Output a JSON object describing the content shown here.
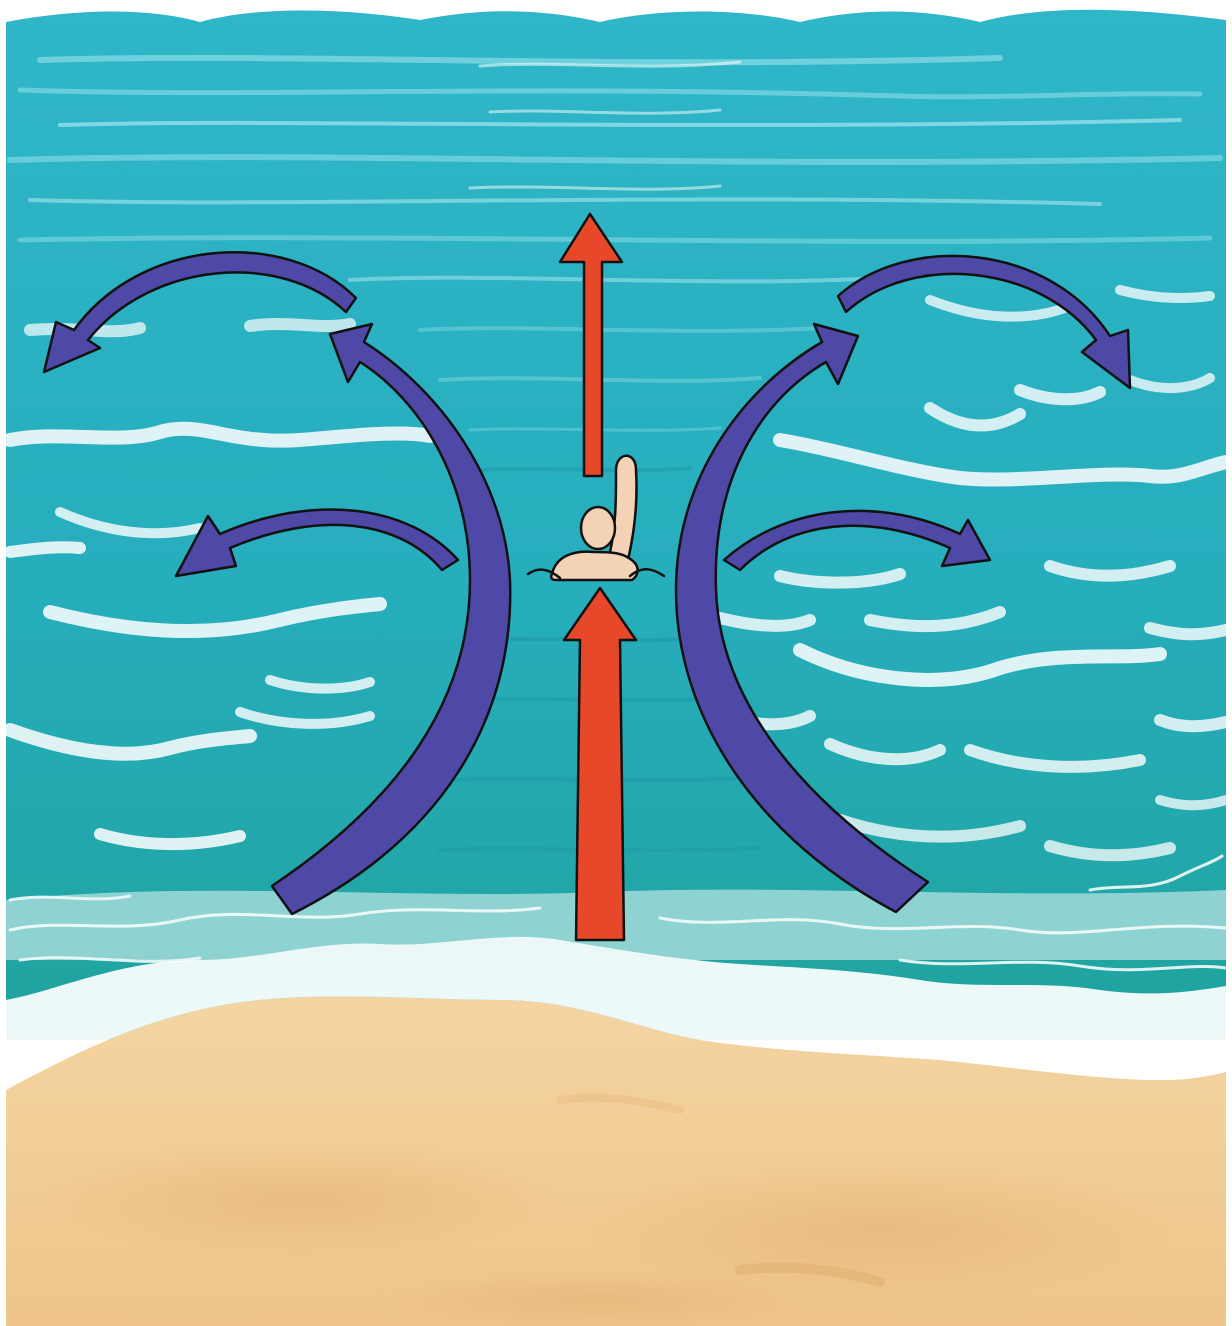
{
  "diagram": {
    "subject": "rip-current",
    "colors": {
      "sky": "#ffffff",
      "water_top": "#2fb6c8",
      "water_bottom": "#1fa39e",
      "foam": "#ffffff",
      "sand": "#f1cf98",
      "sand_dark": "#e0b277",
      "rip_current_arrow": "#e8482a",
      "feeder_current_arrow": "#4e48a6",
      "swimmer_skin": "#f4d2b6"
    },
    "elements": [
      {
        "name": "rip-current-arrow-lower",
        "role": "current flowing out from shore toward swimmer"
      },
      {
        "name": "rip-current-arrow-upper",
        "role": "current continuing out to sea past swimmer"
      },
      {
        "name": "feeder-arrow-left-outer",
        "role": "circulating current"
      },
      {
        "name": "feeder-arrow-left-inner",
        "role": "circulating current"
      },
      {
        "name": "feeder-arrow-right-outer",
        "role": "circulating current"
      },
      {
        "name": "feeder-arrow-right-inner",
        "role": "circulating current"
      },
      {
        "name": "swimmer-figure",
        "role": "swimmer raising arm"
      }
    ]
  }
}
